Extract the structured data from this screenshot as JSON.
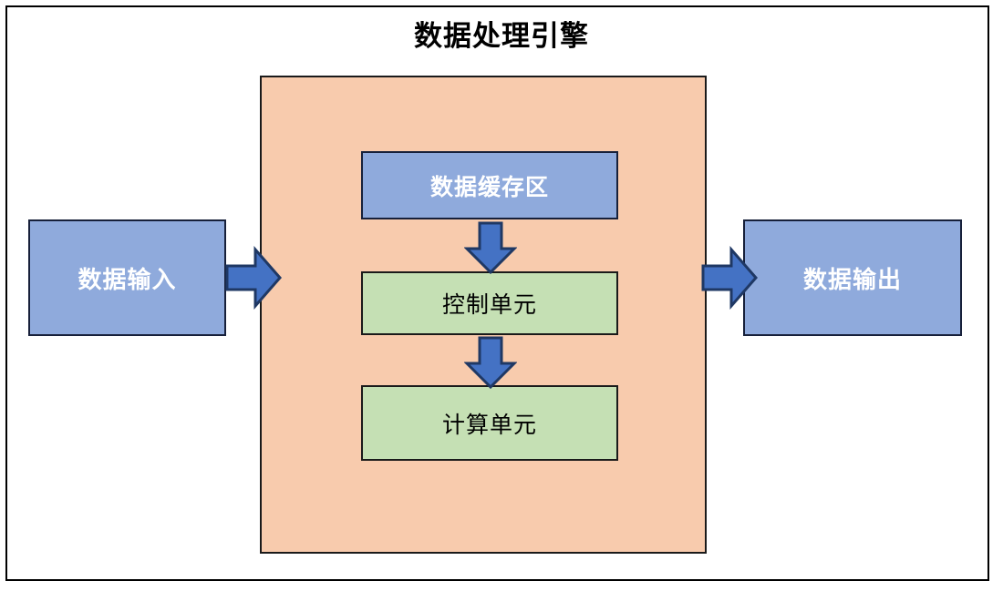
{
  "diagram": {
    "title": "数据处理引擎",
    "type": "block-flow-diagram",
    "colors": {
      "container_fill": "#F8CBAD",
      "blue_fill": "#8FAADC",
      "blue_border": "#17203A",
      "green_fill": "#C5E0B4",
      "green_border": "#1A1A1A",
      "arrow_fill": "#4472C4",
      "arrow_border": "#1F3864",
      "frame_border": "#000000",
      "page_background": "#FFFFFF"
    },
    "nodes": {
      "input": {
        "label": "数据输入",
        "style": "blue"
      },
      "output": {
        "label": "数据输出",
        "style": "blue"
      },
      "buffer": {
        "label": "数据缓存区",
        "style": "blue"
      },
      "control": {
        "label": "控制单元",
        "style": "green"
      },
      "compute": {
        "label": "计算单元",
        "style": "green"
      }
    },
    "arrows": [
      {
        "name": "input-to-engine",
        "direction": "right"
      },
      {
        "name": "engine-to-output",
        "direction": "right"
      },
      {
        "name": "buffer-to-control",
        "direction": "down"
      },
      {
        "name": "control-to-compute",
        "direction": "down"
      }
    ]
  }
}
